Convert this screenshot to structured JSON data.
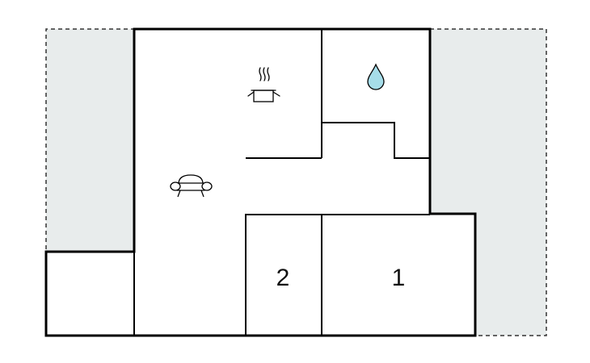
{
  "floorplan": {
    "rooms": [
      {
        "id": "bedroom-1",
        "label": "1"
      },
      {
        "id": "bedroom-2",
        "label": "2"
      }
    ],
    "icons": [
      "kitchen-pot-icon",
      "bathroom-water-drop-icon",
      "living-room-sofa-icon"
    ],
    "colors": {
      "wall": "#000000",
      "terrace_fill": "#e8ecec",
      "terrace_outline": "#333333",
      "water_drop": "#a6dde9",
      "background": "#ffffff"
    }
  }
}
